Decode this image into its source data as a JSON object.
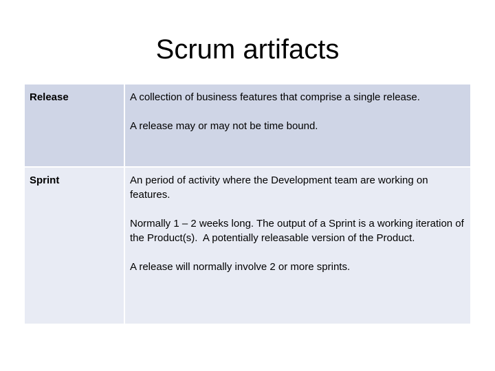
{
  "slide": {
    "title": "Scrum artifacts"
  },
  "table": {
    "rows": [
      {
        "term": "Release",
        "paragraphs": [
          "A collection of business features that comprise a single release.",
          "A release may or may not be time bound."
        ]
      },
      {
        "term": "Sprint",
        "paragraphs": [
          "An period of activity where the Development team are working on features.",
          "Normally 1 – 2 weeks long. The output of a Sprint is a working iteration of the Product(s).  A potentially releasable version of the Product.",
          "A release will normally involve 2 or more sprints."
        ]
      }
    ]
  },
  "colors": {
    "row_dark": "#cfd5e6",
    "row_light": "#e8ebf4"
  }
}
